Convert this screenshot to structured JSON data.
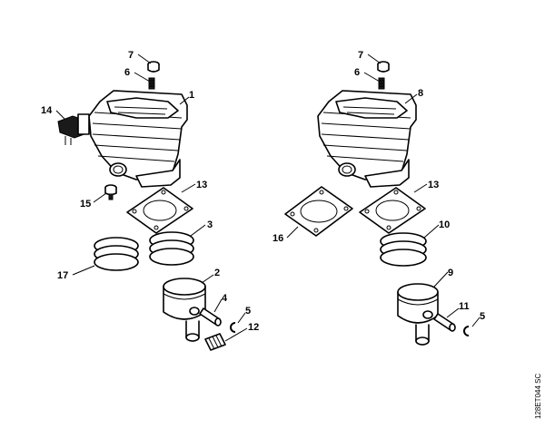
{
  "callouts": {
    "left": {
      "c7": "7",
      "c6": "6",
      "c1": "1",
      "c14": "14",
      "c15": "15",
      "c13": "13",
      "c3": "3",
      "c17": "17",
      "c2": "2",
      "c4": "4",
      "c5": "5",
      "c12": "12"
    },
    "right": {
      "c7": "7",
      "c6": "6",
      "c8": "8",
      "c13": "13",
      "c16": "16",
      "c10": "10",
      "c9": "9",
      "c11": "11",
      "c5": "5"
    }
  },
  "doc_ref": "128ET044 SC"
}
